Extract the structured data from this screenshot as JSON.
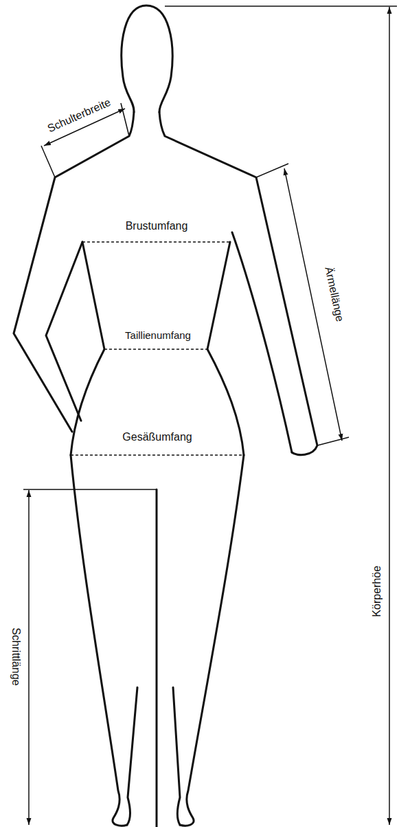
{
  "diagram": {
    "labels": [
      "Schulterbreite",
      "Brustumfang",
      "Taillienumfang",
      "Gesäßumfang",
      "Ärmellänge",
      "Körperhöe",
      "Schrittlänge"
    ]
  }
}
